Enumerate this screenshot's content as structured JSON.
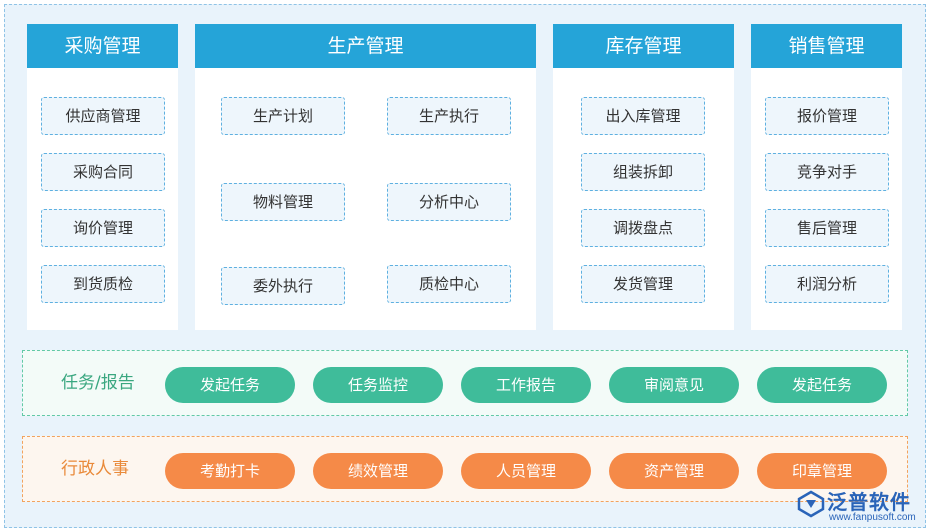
{
  "columns": [
    {
      "title": "采购管理",
      "items": [
        "供应商管理",
        "采购合同",
        "询价管理",
        "到货质检"
      ]
    },
    {
      "title": "生产管理",
      "items": [
        "生产计划",
        "生产执行",
        "物料管理",
        "分析中心",
        "委外执行",
        "质检中心"
      ]
    },
    {
      "title": "库存管理",
      "items": [
        "出入库管理",
        "组装拆卸",
        "调拨盘点",
        "发货管理"
      ]
    },
    {
      "title": "销售管理",
      "items": [
        "报价管理",
        "竞争对手",
        "售后管理",
        "利润分析"
      ]
    }
  ],
  "task_band": {
    "label": "任务/报告",
    "items": [
      "发起任务",
      "任务监控",
      "工作报告",
      "审阅意见",
      "发起任务"
    ]
  },
  "admin_band": {
    "label": "行政人事",
    "items": [
      "考勤打卡",
      "绩效管理",
      "人员管理",
      "资产管理",
      "印章管理"
    ]
  },
  "logo": {
    "name": "泛普软件",
    "url": "www.fanpusoft.com"
  },
  "colors": {
    "header": "#25a4d8",
    "task": "#3fbc9a",
    "admin": "#f58a48",
    "logo": "#2a64b8"
  }
}
